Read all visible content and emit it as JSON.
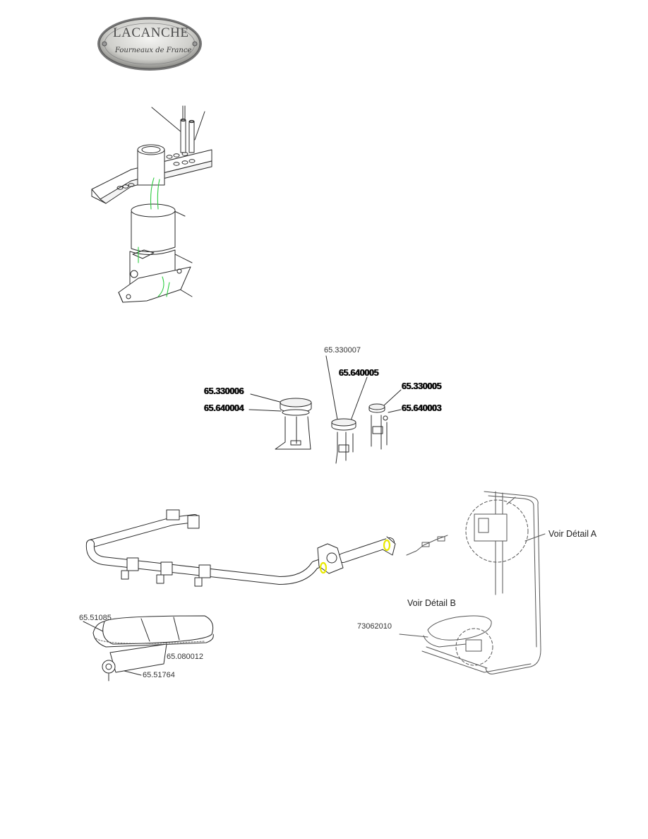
{
  "logo": {
    "brand": "LACANCHE",
    "tagline": "Fourneaux de France"
  },
  "labels": {
    "p_65_330007": "65.330007",
    "p_65_640005": "65.640005",
    "p_65_330006": "65.330006",
    "p_65_330005": "65.330005",
    "p_65_640004": "65.640004",
    "p_65_640003": "65.640003",
    "p_65_51085": "65.51085",
    "p_65_080012": "65.080012",
    "p_65_51764": "65.51764",
    "p_73062010": "73062010",
    "voir_detail_a": "Voir Détail A",
    "voir_detail_b": "Voir Détail B"
  },
  "colors": {
    "line": "#2a2a2a",
    "highlight": "#2ecc40",
    "ring": "#e8e800"
  }
}
